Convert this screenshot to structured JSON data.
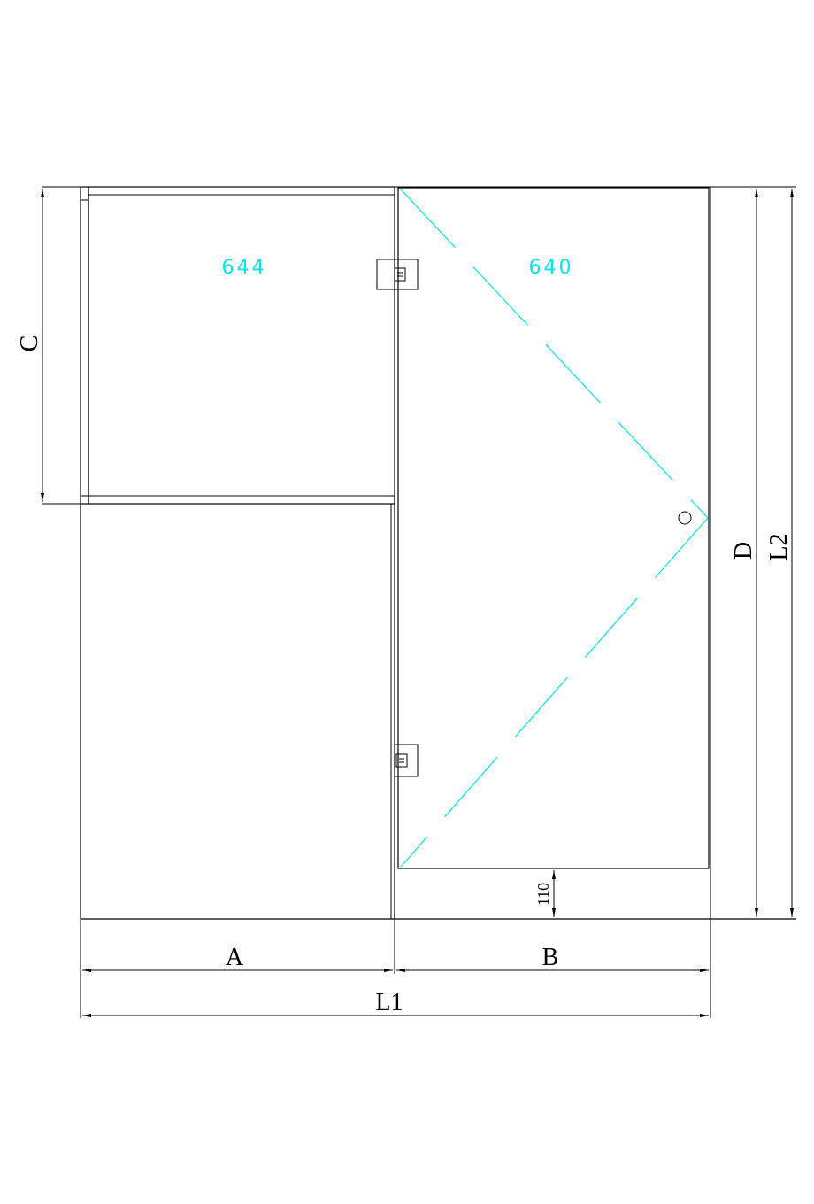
{
  "labels": {
    "panel_left": "644",
    "panel_right": "640",
    "dim_a": "A",
    "dim_b": "B",
    "dim_l1": "L1",
    "dim_c": "C",
    "dim_d": "D",
    "dim_l2": "L2",
    "dim_bottom_gap": "110"
  },
  "colors": {
    "lines": "#000000",
    "hinge_swing": "#00e5ee"
  }
}
